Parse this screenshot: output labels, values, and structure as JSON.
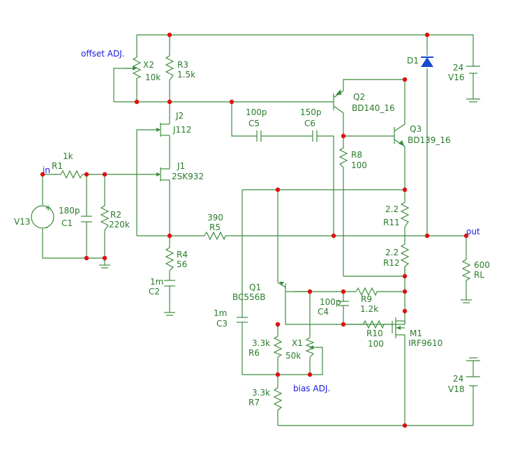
{
  "labels": {
    "offset_adj": "offset ADJ.",
    "bias_adj": "bias ADJ.",
    "in": "in",
    "out": "out"
  },
  "components": {
    "x2": {
      "ref": "X2",
      "value": "10k"
    },
    "r3": {
      "ref": "R3",
      "value": "1.5k"
    },
    "j2": {
      "ref": "J2",
      "value": "J112"
    },
    "j1": {
      "ref": "J1",
      "value": "2SK932"
    },
    "r1": {
      "ref": "R1",
      "value": "1k"
    },
    "c1": {
      "ref": "C1",
      "value": "180p"
    },
    "r2": {
      "ref": "R2",
      "value": "220k"
    },
    "v13": {
      "ref": "V13"
    },
    "r4": {
      "ref": "R4",
      "value": "56"
    },
    "c2": {
      "ref": "C2",
      "value": "1m"
    },
    "r5": {
      "ref": "R5",
      "value": "390"
    },
    "c5": {
      "ref": "C5",
      "value": "100p"
    },
    "c6": {
      "ref": "C6",
      "value": "150p"
    },
    "q2": {
      "ref": "Q2",
      "value": "BD140_16"
    },
    "q3": {
      "ref": "Q3",
      "value": "BD139_16"
    },
    "r8": {
      "ref": "R8",
      "value": "100"
    },
    "d1": {
      "ref": "D1"
    },
    "v16": {
      "ref": "V16",
      "value": "24"
    },
    "r11": {
      "ref": "R11",
      "value": "2.2"
    },
    "r12": {
      "ref": "R12",
      "value": "2.2"
    },
    "rl": {
      "ref": "RL",
      "value": "600"
    },
    "q1": {
      "ref": "Q1",
      "value": "BC556B"
    },
    "c3": {
      "ref": "C3",
      "value": "1m"
    },
    "c4": {
      "ref": "C4",
      "value": "100p"
    },
    "r9": {
      "ref": "R9",
      "value": "1.2k"
    },
    "r10": {
      "ref": "R10",
      "value": "100"
    },
    "m1": {
      "ref": "M1",
      "value": "IRF9610"
    },
    "r6": {
      "ref": "R6",
      "value": "3.3k"
    },
    "x1": {
      "ref": "X1",
      "value": "50k"
    },
    "r7": {
      "ref": "R7",
      "value": "3.3k"
    },
    "v18": {
      "ref": "V18",
      "value": "24"
    }
  },
  "colors": {
    "wire": "#3c8c3c",
    "node": "#e01010",
    "text": "#2a7a2a",
    "note": "#1a1ae0"
  }
}
